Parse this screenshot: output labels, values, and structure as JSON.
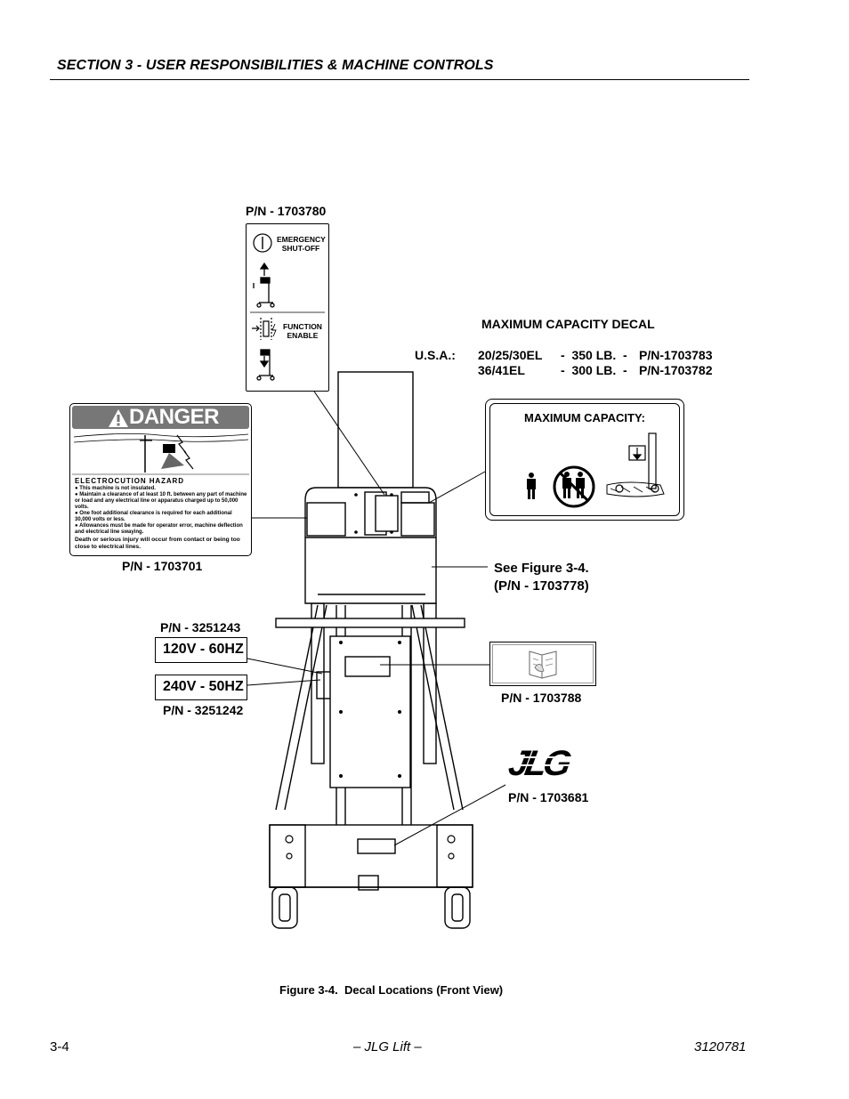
{
  "header": {
    "section_title": "SECTION 3 - USER RESPONSIBILITIES & MACHINE CONTROLS"
  },
  "decals": {
    "emergency": {
      "pn": "P/N - 1703780",
      "shutoff_line1": "EMERGENCY",
      "shutoff_line2": "SHUT-OFF",
      "enable_line1": "FUNCTION",
      "enable_line2": "ENABLE"
    },
    "max_capacity": {
      "title": "MAXIMUM CAPACITY DECAL",
      "region": "U.S.A.:",
      "rows": [
        {
          "models": "20/25/30EL",
          "weight": "-  350 LB.  -",
          "pn": "P/N-1703783"
        },
        {
          "models": "36/41EL",
          "weight": "-  300 LB.  -",
          "pn": "P/N-1703782"
        }
      ],
      "decal_heading": "MAXIMUM CAPACITY:"
    },
    "danger": {
      "banner": "DANGER",
      "hazard_title": "ELECTROCUTION HAZARD",
      "bullets": [
        "This machine is not insulated.",
        "Maintain a clearance of at least 10 ft. between any part of machine or load and any electrical line or apparatus charged up to 50,000 volts.",
        "One foot additional clearance is required for each additional 30,000 volts or less.",
        "Allowances must be made for operator error, machine deflection and electrical line swaying."
      ],
      "warning": "Death or serious injury will occur from contact or being too close to electrical lines.",
      "pn": "P/N - 1703701"
    },
    "see_figure": {
      "line1": "See Figure 3-4.",
      "line2": "(P/N - 1703778)"
    },
    "voltage": {
      "pn_top": "P/N - 3251243",
      "v120": "120V - 60HZ",
      "v240": "240V - 50HZ",
      "pn_bottom": "P/N - 3251242"
    },
    "manual": {
      "pn": "P/N - 1703788"
    },
    "jlg": {
      "logo_text": "JLG",
      "pn": "P/N - 1703681"
    }
  },
  "caption": "Figure 3-4.  Decal Locations (Front View)",
  "footer": {
    "page": "3-4",
    "center": "– JLG Lift –",
    "doc_number": "3120781"
  }
}
